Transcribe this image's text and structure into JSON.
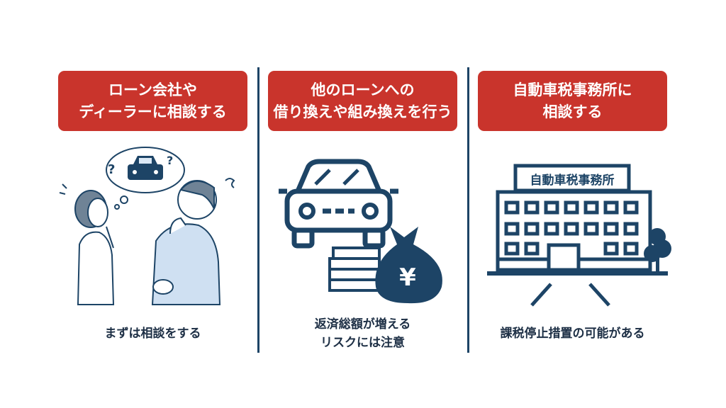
{
  "columns": [
    {
      "title_lines": [
        "ローン会社や",
        "ディーラーに相談する"
      ],
      "caption_lines": [
        "まずは相談をする"
      ]
    },
    {
      "title_lines": [
        "他のローンへの",
        "借り換えや組み換えを行う"
      ],
      "caption_lines": [
        "返済総額が増える",
        "リスクには注意"
      ],
      "yen_symbol": "¥"
    },
    {
      "title_lines": [
        "自動車税事務所に",
        "相談する"
      ],
      "caption_lines": [
        "課税停止措置の可能がある"
      ],
      "sign_text": "自動車税事務所"
    }
  ],
  "colors": {
    "accent": "#c9342c",
    "navy": "#1d4466"
  }
}
